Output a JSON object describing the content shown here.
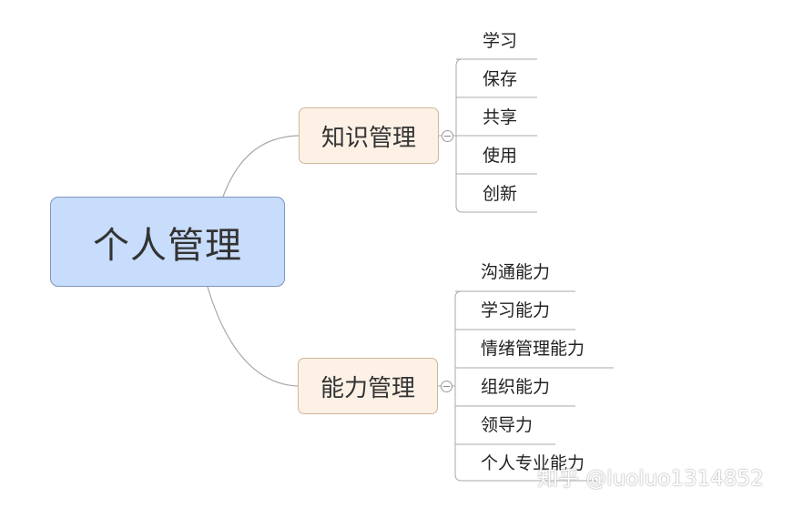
{
  "root": {
    "label": "个人管理"
  },
  "branches": [
    {
      "label": "知识管理",
      "children": [
        "学习",
        "保存",
        "共享",
        "使用",
        "创新"
      ]
    },
    {
      "label": "能力管理",
      "children": [
        "沟通能力",
        "学习能力",
        "情绪管理能力",
        "组织能力",
        "领导力",
        "个人专业能力"
      ]
    }
  ],
  "watermark": "知乎 @luoluo1314852",
  "colors": {
    "root_fill": "#c8dcfb",
    "branch_fill": "#fdf1e6",
    "line": "#a8a8a8"
  }
}
